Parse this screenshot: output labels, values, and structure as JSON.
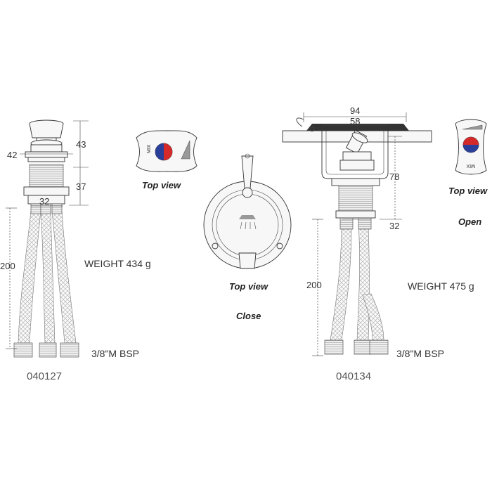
{
  "left": {
    "dims": {
      "d42": "42",
      "d43": "43",
      "d37": "37",
      "d32": "32",
      "d200": "200"
    },
    "weight": "WEIGHT 434 g",
    "thread": "3/8\"M BSP",
    "code": "040127",
    "mix_label": "MIX",
    "top_view": "Top view"
  },
  "center": {
    "top_view": "Top view",
    "state": "Close"
  },
  "right": {
    "dims": {
      "d94": "94",
      "d58": "58",
      "d78": "78",
      "d32": "32",
      "d200": "200"
    },
    "weight": "WEIGHT 475 g",
    "thread": "3/8\"M BSP",
    "code": "040134",
    "mix_label": "MIX",
    "top_view": "Top view",
    "state": "Open"
  },
  "colors": {
    "hot": "#d42a2a",
    "cold": "#2a3f9a"
  }
}
